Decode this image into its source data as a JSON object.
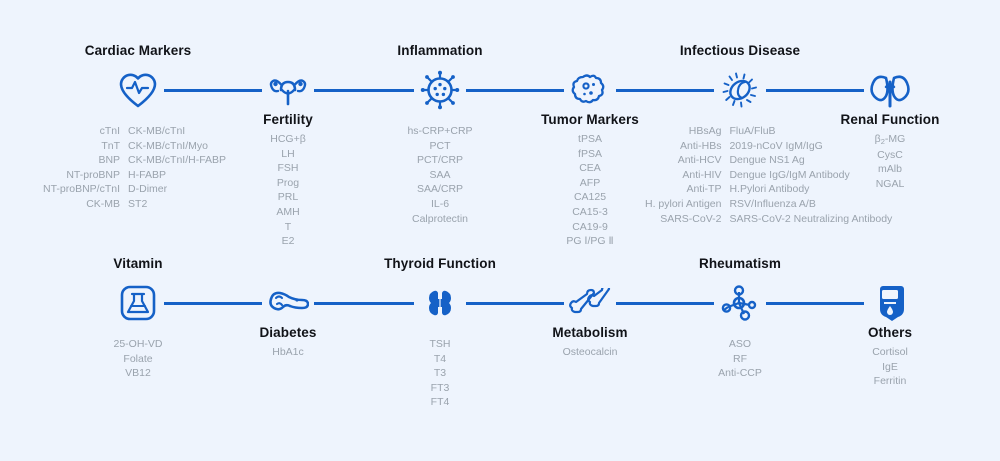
{
  "theme": {
    "background": "#eef4fd",
    "accent": "#1561c7",
    "title_color": "#111318",
    "item_color": "#9aa3ad"
  },
  "rows": [
    {
      "row_id": "row-top",
      "nodes": [
        {
          "id": "cardiac-markers",
          "title": "Cardiac Markers",
          "title_position": "above",
          "icon": "heart-ecg-icon",
          "items_layout": "two-column",
          "items_left": [
            "cTnI",
            "TnT",
            "BNP",
            "NT-proBNP",
            "NT-proBNP/cTnI",
            "CK-MB"
          ],
          "items_right": [
            "CK-MB/cTnI",
            "CK-MB/cTnI/Myo",
            "CK-MB/cTnI/H-FABP",
            "H-FABP",
            "D-Dimer",
            "ST2"
          ]
        },
        {
          "id": "fertility",
          "title": "Fertility",
          "title_position": "below",
          "icon": "uterus-icon",
          "items_layout": "center",
          "items": [
            "HCG+β",
            "LH",
            "FSH",
            "Prog",
            "PRL",
            "AMH",
            "T",
            "E2"
          ]
        },
        {
          "id": "inflammation",
          "title": "Inflammation",
          "title_position": "above",
          "icon": "virus-icon",
          "items_layout": "center",
          "items": [
            "hs-CRP+CRP",
            "PCT",
            "PCT/CRP",
            "SAA",
            "SAA/CRP",
            "IL-6",
            "Calprotectin"
          ]
        },
        {
          "id": "tumor-markers",
          "title": "Tumor Markers",
          "title_position": "below",
          "icon": "tumor-cell-icon",
          "items_layout": "center",
          "items": [
            "tPSA",
            "fPSA",
            "CEA",
            "AFP",
            "CA125",
            "CA15-3",
            "CA19-9",
            "PG Ⅰ/PG Ⅱ"
          ]
        },
        {
          "id": "infectious-disease",
          "title": "Infectious Disease",
          "title_position": "above",
          "icon": "bacteria-icon",
          "items_layout": "two-column",
          "items_left": [
            "HBsAg",
            "Anti-HBs",
            "Anti-HCV",
            "Anti-HIV",
            "Anti-TP",
            "H. pylori Antigen",
            "SARS-CoV-2"
          ],
          "items_right": [
            "FluA/FluB",
            "2019-nCoV IgM/IgG",
            "Dengue NS1 Ag",
            "Dengue IgG/IgM Antibody",
            "H.Pylori Antibody",
            "RSV/Influenza A/B",
            "SARS-CoV-2 Neutralizing Antibody"
          ]
        },
        {
          "id": "renal-function",
          "title": "Renal Function",
          "title_position": "below",
          "icon": "kidney-icon",
          "items_layout": "center",
          "items": [
            "β₂-MG",
            "CysC",
            "mAlb",
            "NGAL"
          ]
        }
      ]
    },
    {
      "row_id": "row-bottom",
      "nodes": [
        {
          "id": "vitamin",
          "title": "Vitamin",
          "title_position": "above",
          "icon": "flask-icon",
          "items_layout": "center",
          "items": [
            "25-OH-VD",
            "Folate",
            "VB12"
          ]
        },
        {
          "id": "diabetes",
          "title": "Diabetes",
          "title_position": "below",
          "icon": "pancreas-icon",
          "items_layout": "center",
          "items": [
            "HbA1c"
          ]
        },
        {
          "id": "thyroid-function",
          "title": "Thyroid Function",
          "title_position": "above",
          "icon": "thyroid-icon",
          "items_layout": "center",
          "items": [
            "TSH",
            "T4",
            "T3",
            "FT3",
            "FT4"
          ]
        },
        {
          "id": "metabolism",
          "title": "Metabolism",
          "title_position": "below",
          "icon": "bone-icon",
          "items_layout": "center",
          "items": [
            "Osteocalcin"
          ]
        },
        {
          "id": "rheumatism",
          "title": "Rheumatism",
          "title_position": "above",
          "icon": "molecule-icon",
          "items_layout": "center",
          "items": [
            "ASO",
            "RF",
            "Anti-CCP"
          ]
        },
        {
          "id": "others",
          "title": "Others",
          "title_position": "below",
          "icon": "glucometer-icon",
          "items_layout": "center",
          "items": [
            "Cortisol",
            "IgE",
            "Ferritin"
          ]
        }
      ]
    }
  ]
}
